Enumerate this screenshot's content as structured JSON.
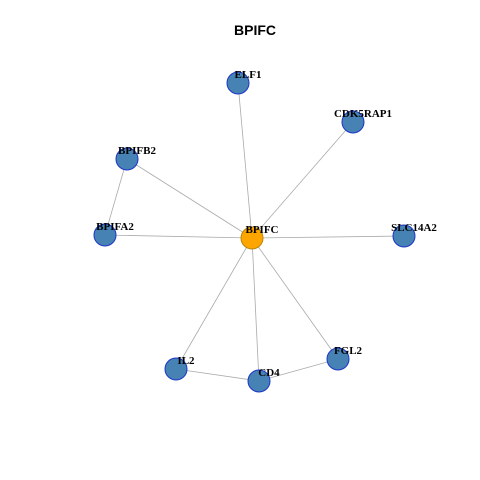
{
  "title": "BPIFC",
  "colors": {
    "center_fill": "#FFA500",
    "center_stroke": "#B8860B",
    "node_fill": "#4682B4",
    "node_stroke": "#1C34C8",
    "edge": "#AAAAAA"
  },
  "nodes": [
    {
      "id": "BPIFC",
      "label": "BPIFC",
      "role": "center"
    },
    {
      "id": "ELF1",
      "label": "ELF1",
      "role": "neighbor"
    },
    {
      "id": "CDK5RAP1",
      "label": "CDK5RAP1",
      "role": "neighbor"
    },
    {
      "id": "BPIFB2",
      "label": "BPIFB2",
      "role": "neighbor"
    },
    {
      "id": "BPIFA2",
      "label": "BPIFA2",
      "role": "neighbor"
    },
    {
      "id": "SLC14A2",
      "label": "SLC14A2",
      "role": "neighbor"
    },
    {
      "id": "IL2",
      "label": "IL2",
      "role": "neighbor"
    },
    {
      "id": "CD4",
      "label": "CD4",
      "role": "neighbor"
    },
    {
      "id": "FGL2",
      "label": "FGL2",
      "role": "neighbor"
    }
  ],
  "edges": [
    [
      "BPIFC",
      "ELF1"
    ],
    [
      "BPIFC",
      "CDK5RAP1"
    ],
    [
      "BPIFC",
      "BPIFB2"
    ],
    [
      "BPIFC",
      "BPIFA2"
    ],
    [
      "BPIFC",
      "SLC14A2"
    ],
    [
      "BPIFC",
      "IL2"
    ],
    [
      "BPIFC",
      "CD4"
    ],
    [
      "BPIFC",
      "FGL2"
    ],
    [
      "BPIFB2",
      "BPIFA2"
    ],
    [
      "IL2",
      "CD4"
    ],
    [
      "CD4",
      "FGL2"
    ]
  ]
}
